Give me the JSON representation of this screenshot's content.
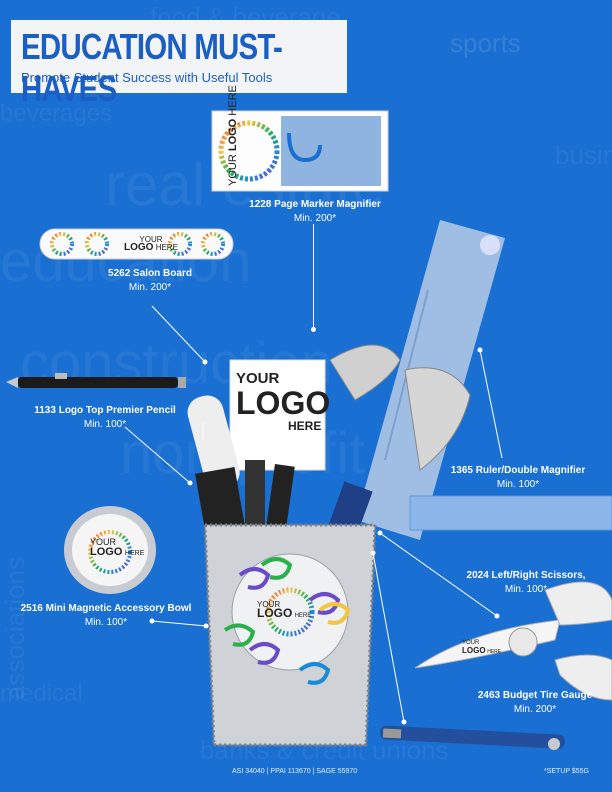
{
  "header": {
    "title": "EDUCATION MUST-HAVES",
    "subtitle": "Promote Student Success with Useful Tools"
  },
  "background_words": [
    "food & beverage",
    "sports",
    "real estate",
    "education",
    "construction",
    "non-profit",
    "associations",
    "banks & credit unions",
    "beverages",
    "business",
    "medical"
  ],
  "products": [
    {
      "id": "1228",
      "name": "1228 Page Marker Magnifier",
      "min": "Min. 200*"
    },
    {
      "id": "5262",
      "name": "5262 Salon Board",
      "min": "Min. 200*"
    },
    {
      "id": "1133",
      "name": "1133 Logo Top Premier Pencil",
      "min": "Min. 100*"
    },
    {
      "id": "1365",
      "name": "1365 Ruler/Double Magnifier",
      "min": "Min. 100*"
    },
    {
      "id": "2516",
      "name": "2516 Mini Magnetic Accessory Bowl",
      "min": "Min. 100*"
    },
    {
      "id": "2024",
      "name": "2024 Left/Right Scissors,",
      "min": "Min. 100*"
    },
    {
      "id": "2463",
      "name": "2463 Budget Tire Gauge",
      "min": "Min. 200*"
    }
  ],
  "logo_text": {
    "your": "YOUR",
    "logo": "LOGO",
    "here": "HERE"
  },
  "footer": {
    "codes": "ASI 34040  |  PPAI 113670  |  SAGE 55970",
    "setup": "*SETUP $55G"
  },
  "colors": {
    "background": "#1a6fd2",
    "header_bg": "#f2f4f6",
    "header_text": "#1b5fc4"
  }
}
